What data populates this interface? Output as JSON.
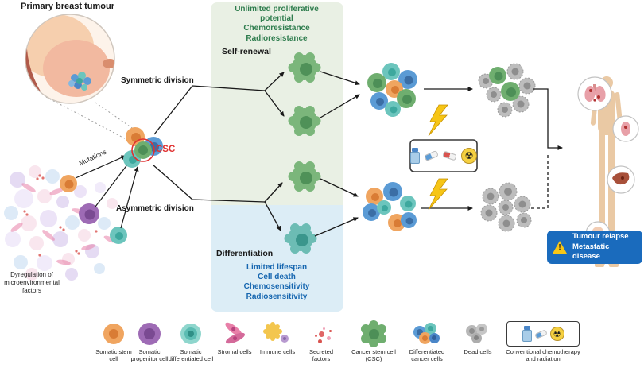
{
  "title": "Primary breast tumour",
  "labels": {
    "mutations": "Mutations",
    "csc": "CSC",
    "symmetric": "Symmetric division",
    "asymmetric": "Asymmetric division",
    "self_renewal": "Self-renewal",
    "differentiation": "Differentiation",
    "microenvironment": "Dyregulation of microenvironmental factors"
  },
  "panel": {
    "resistance_lines": [
      "Unlimited proliferative potential",
      "Chemoresistance",
      "Radioresistance"
    ],
    "sensitivity_lines": [
      "Limited lifespan",
      "Cell death",
      "Chemosensitivity",
      "Radiosensitivity"
    ]
  },
  "banner": {
    "lines": [
      "Tumour relapse",
      "Metastatic disease"
    ]
  },
  "icons": {
    "radiation": "☢",
    "warning_exclamation": "!"
  },
  "legend": {
    "items": [
      {
        "label": "Somatic stem cell"
      },
      {
        "label": "Somatic progenitor cell"
      },
      {
        "label": "Somatic differentiated cell"
      },
      {
        "label": "Stromal cells"
      },
      {
        "label": "Immune cells"
      },
      {
        "label": "Secreted factors"
      },
      {
        "label": "Cancer stem cell (CSC)"
      },
      {
        "label": "Differentiated cancer cells"
      },
      {
        "label": "Dead cells"
      },
      {
        "label": "Conventional chemotherapy and radiation"
      }
    ]
  },
  "colors": {
    "somatic_stem_orange": "#f0a560",
    "progenitor_purple": "#9e6bb5",
    "differentiated_teal": "#6cc5bd",
    "stromal_pink": "#e87fa8",
    "immune_yellow": "#f3c64e",
    "secreted_red": "#e06666",
    "csc_green": "#6fae6f",
    "cancer_blue": "#5b9bd5",
    "dead_gray": "#bdbdbd",
    "panel_green_bg": "#e9f0e4",
    "panel_blue_bg": "#dcedf6",
    "resistance_text_green": "#2f7d4e",
    "sensitivity_text_blue": "#1767b0",
    "banner_blue": "#1a6bbd",
    "warning_yellow": "#f8c716",
    "csc_label_red": "#e03131"
  }
}
